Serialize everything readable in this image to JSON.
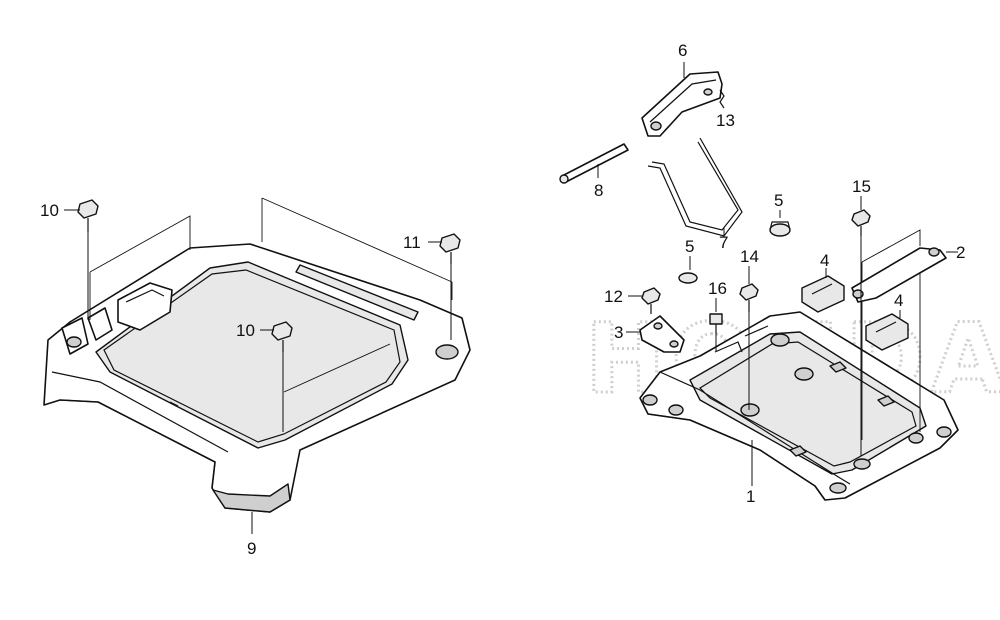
{
  "watermark": "HONDA",
  "callouts": {
    "c1": "1",
    "c2": "2",
    "c3": "3",
    "c4a": "4",
    "c4b": "4",
    "c5a": "5",
    "c5b": "5",
    "c6": "6",
    "c7": "7",
    "c8": "8",
    "c9": "9",
    "c10a": "10",
    "c10b": "10",
    "c11": "11",
    "c12": "12",
    "c13": "13",
    "c14": "14",
    "c15": "15",
    "c16": "16"
  }
}
